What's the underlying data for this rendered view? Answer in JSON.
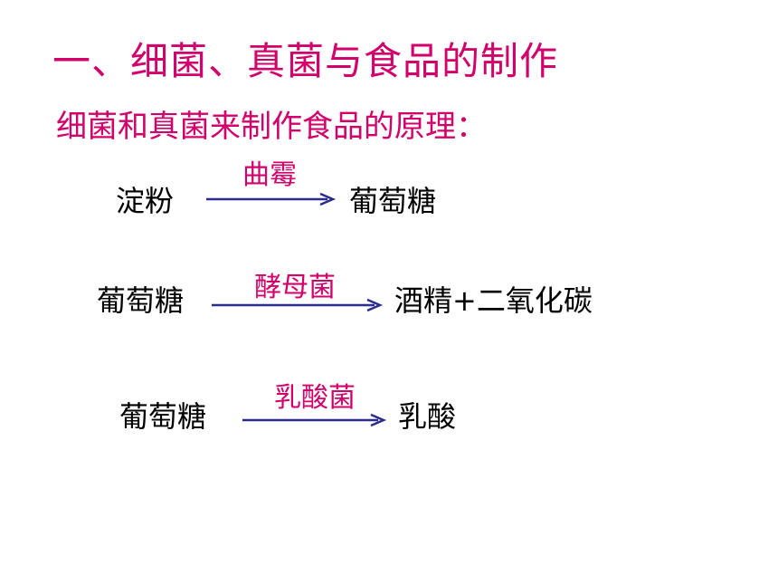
{
  "title": "一、细菌、真菌与食品的制作",
  "subtitle": "细菌和真菌来制作食品的原理：",
  "reactions": [
    {
      "reactant": "淀粉",
      "catalyst": "曲霉",
      "product": "葡萄糖"
    },
    {
      "reactant": "葡萄糖",
      "catalyst": "酵母菌",
      "product": "酒精+二氧化碳"
    },
    {
      "reactant": "葡萄糖",
      "catalyst": "乳酸菌",
      "product": "乳酸"
    }
  ],
  "colors": {
    "heading": "#d1006b",
    "catalyst": "#d1006b",
    "arrow": "#2b2b8f",
    "body_text": "#000000"
  },
  "icons": {
    "reaction_arrow": "right-arrow-icon"
  }
}
